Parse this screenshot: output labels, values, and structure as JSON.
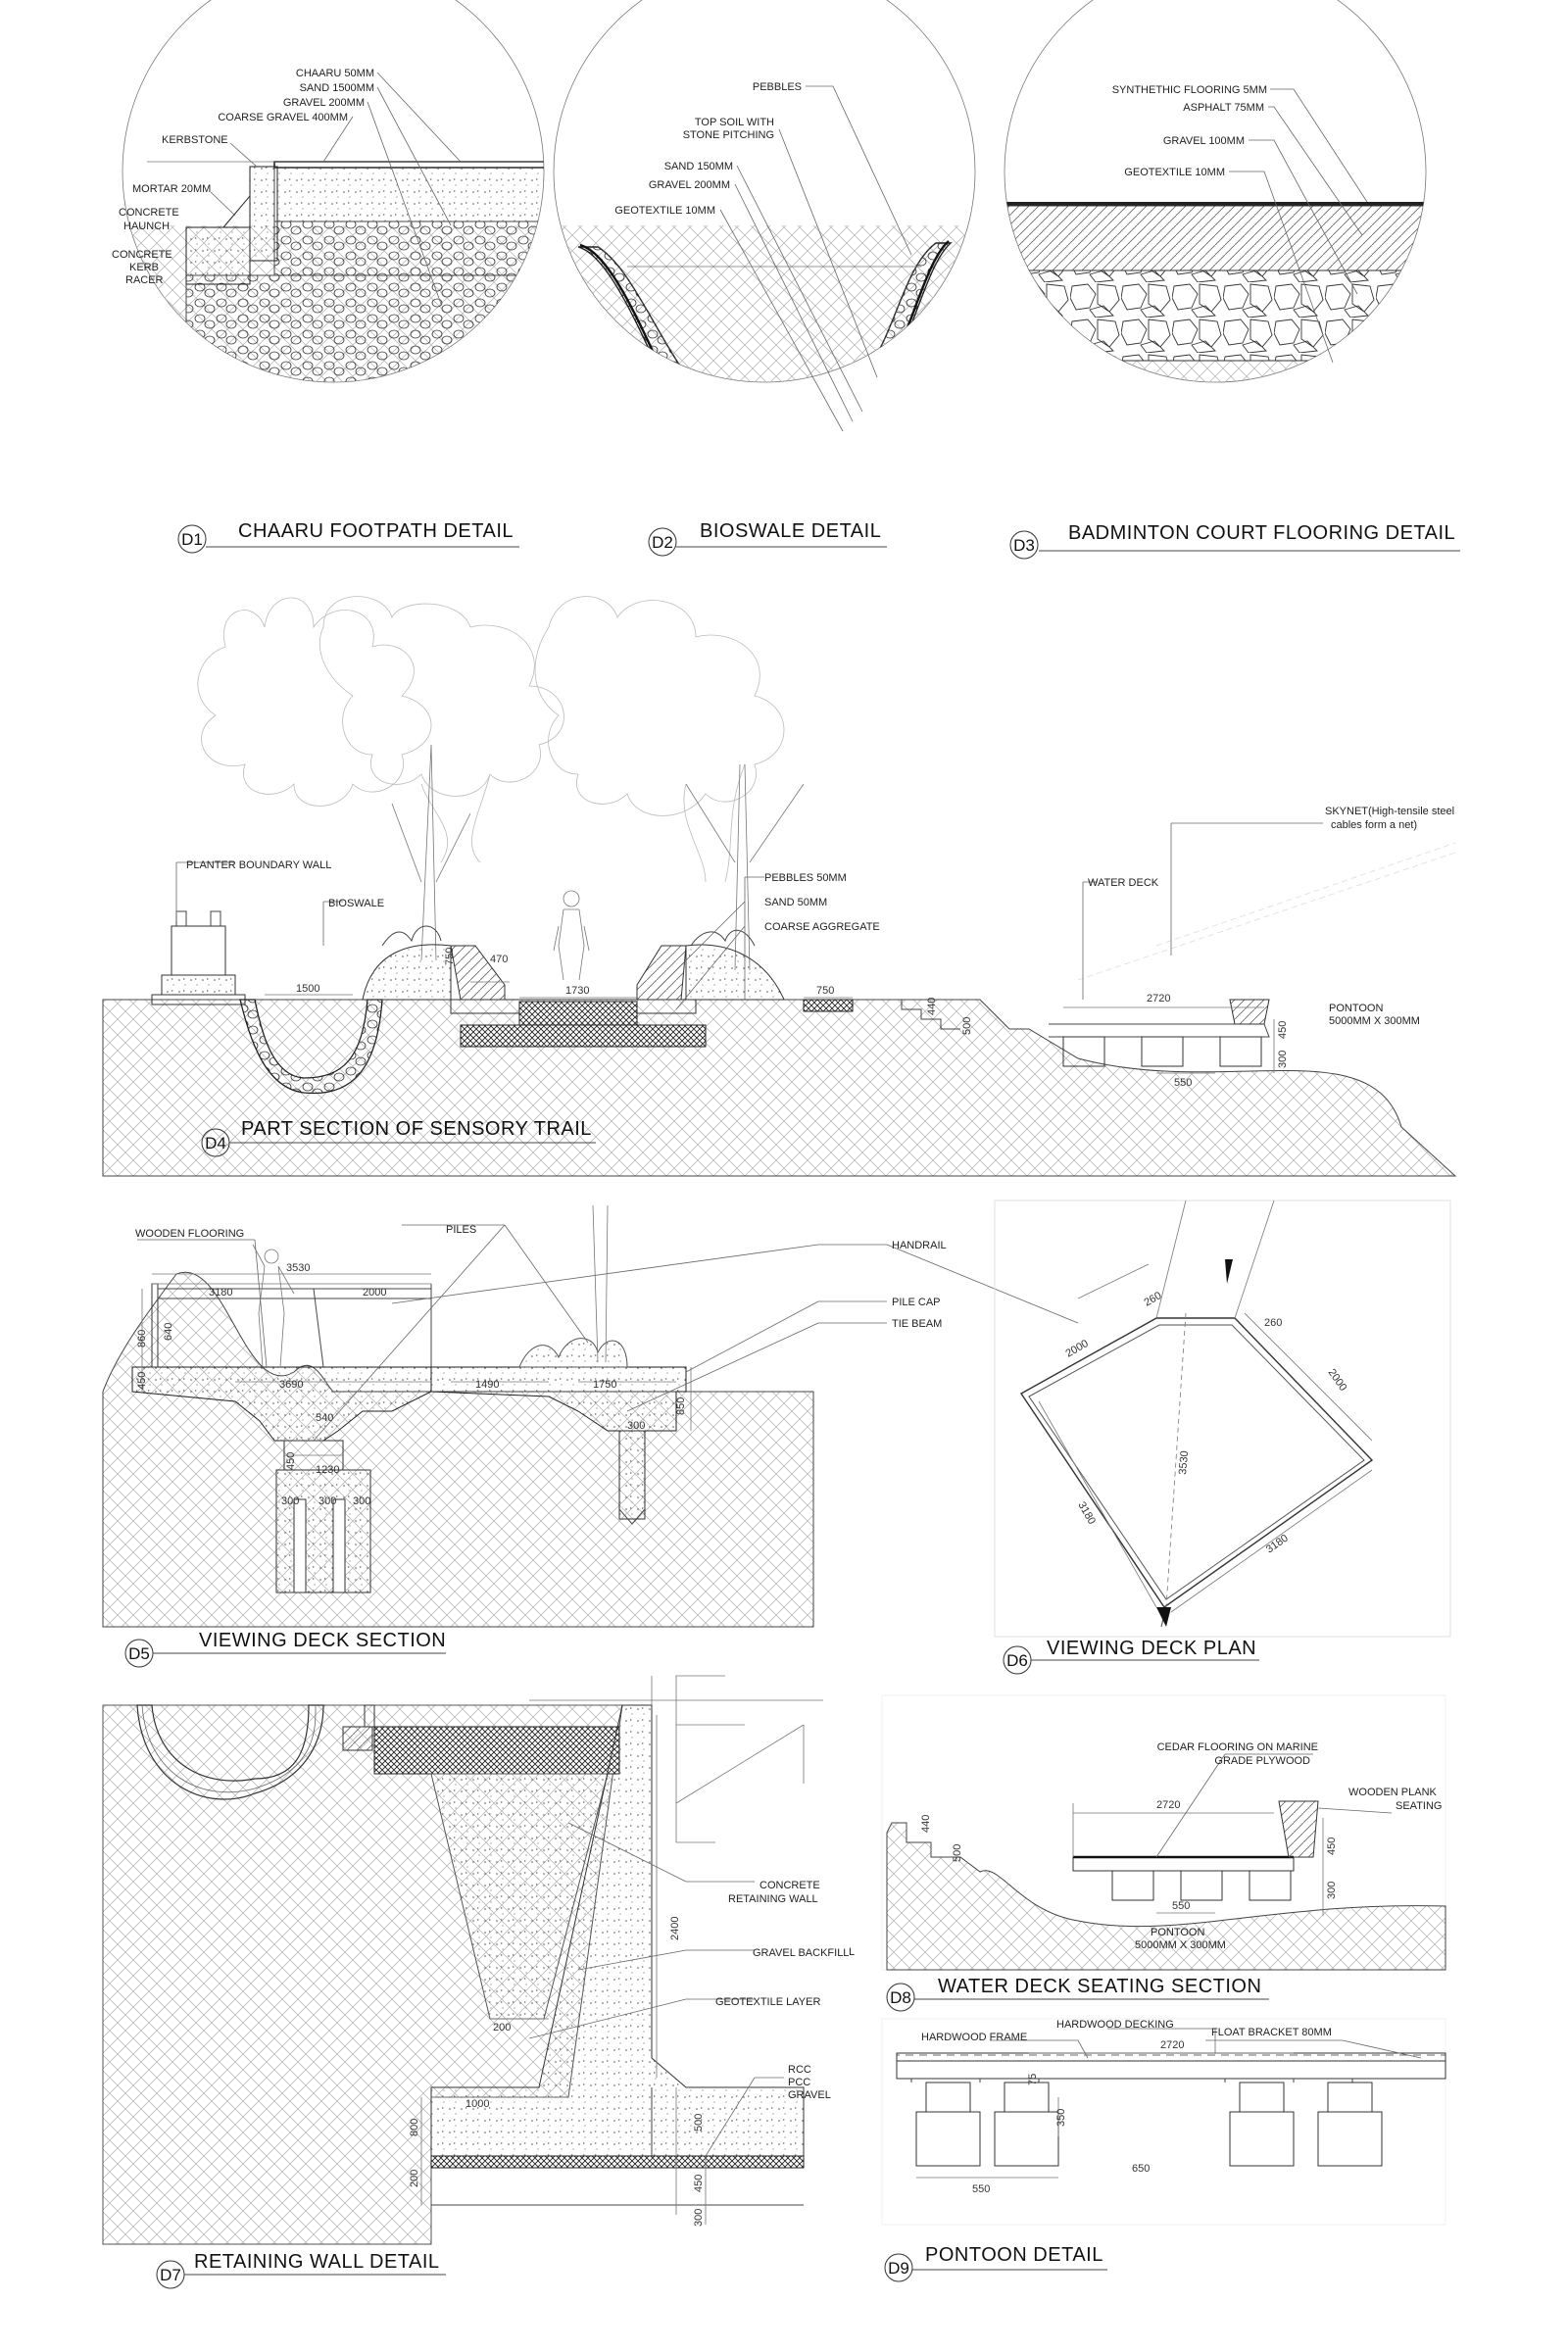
{
  "details": {
    "d1": {
      "tag": "D1",
      "title": "CHAARU FOOTPATH DETAIL",
      "labels": [
        "CHAARU 50MM",
        "SAND 1500MM",
        "GRAVEL 200MM",
        "COARSE GRAVEL 400MM",
        "KERBSTONE",
        "MORTAR 20MM",
        "CONCRETE",
        "HAUNCH",
        "CONCRETE",
        "KERB",
        "RACER"
      ]
    },
    "d2": {
      "tag": "D2",
      "title": "BIOSWALE DETAIL",
      "labels": [
        "PEBBLES",
        "TOP SOIL WITH",
        "STONE PITCHING",
        "SAND 150MM",
        "GRAVEL 200MM",
        "GEOTEXTILE 10MM"
      ]
    },
    "d3": {
      "tag": "D3",
      "title": "BADMINTON COURT FLOORING DETAIL",
      "labels": [
        "SYNTHETHIC FLOORING 5MM",
        "ASPHALT 75MM",
        "GRAVEL 100MM",
        "GEOTEXTILE 10MM"
      ]
    },
    "d4": {
      "tag": "D4",
      "title": "PART SECTION OF SENSORY TRAIL",
      "labels": [
        "PLANTER BOUNDARY WALL",
        "BIOSWALE",
        "PEBBLES 50MM",
        "SAND 50MM",
        "COARSE AGGREGATE",
        "WATER DECK",
        "SKYNET(High-tensile steel",
        "cables form a net)",
        "PONTOON",
        "5000MM X 300MM"
      ],
      "dims": [
        "1500",
        "750",
        "470",
        "1730",
        "750",
        "2720",
        "440",
        "500",
        "450",
        "300",
        "550"
      ]
    },
    "d5": {
      "tag": "D5",
      "title": "VIEWING DECK SECTION",
      "labels": [
        "WOODEN  FLOORING",
        "PILES",
        "HANDRAIL",
        "PILE CAP",
        "TIE BEAM"
      ],
      "dims": [
        "3530",
        "3180",
        "2000",
        "860",
        "640",
        "450",
        "3690",
        "1490",
        "1750",
        "540",
        "850",
        "300",
        "450",
        "1230",
        "300",
        "300",
        "300"
      ]
    },
    "d6": {
      "tag": "D6",
      "title": "VIEWING DECK PLAN",
      "dims": [
        "260",
        "260",
        "2000",
        "2000",
        "3530",
        "3180",
        "3180"
      ]
    },
    "d7": {
      "tag": "D7",
      "title": "RETAINING WALL DETAIL",
      "labels": [
        "CONCRETE",
        "RETAINING WALL",
        "GRAVEL BACKFILL",
        "GEOTEXTILE LAYER",
        "RCC",
        "PCC",
        "GRAVEL",
        "L"
      ],
      "dims": [
        "2400",
        "200",
        "1000",
        "800",
        "200",
        "500",
        "450",
        "300"
      ]
    },
    "d8": {
      "tag": "D8",
      "title": "WATER DECK SEATING SECTION",
      "labels": [
        "CEDAR FLOORING ON MARINE",
        "GRADE PLYWOOD",
        "WOODEN PLANK",
        "SEATING",
        "PONTOON",
        "5000MM X 300MM"
      ],
      "dims": [
        "2720",
        "440",
        "500",
        "450",
        "300",
        "550"
      ]
    },
    "d9": {
      "tag": "D9",
      "title": "PONTOON DETAIL",
      "labels": [
        "HARDWOOD DECKING",
        "HARDWOOD FRAME",
        "FLOAT BRACKET 80MM"
      ],
      "dims": [
        "2720",
        "75",
        "350",
        "550",
        "650"
      ]
    }
  }
}
